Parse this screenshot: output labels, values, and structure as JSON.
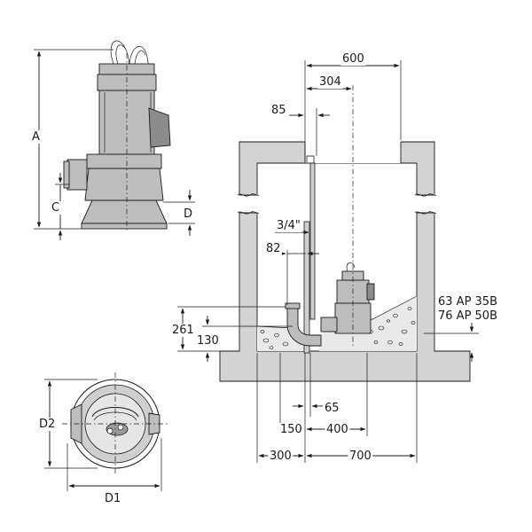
{
  "labels": {
    "A": "A",
    "C": "C",
    "D": "D",
    "D1": "D1",
    "D2": "D2",
    "d600": "600",
    "d304": "304",
    "d85": "85",
    "d34": "3/4\"",
    "d82": "82",
    "d261": "261",
    "d130": "130",
    "d65": "65",
    "d150": "150",
    "d400": "400",
    "d300": "300",
    "d700": "700",
    "model1": "63 AP  35B",
    "model2": "76 AP  50B"
  }
}
